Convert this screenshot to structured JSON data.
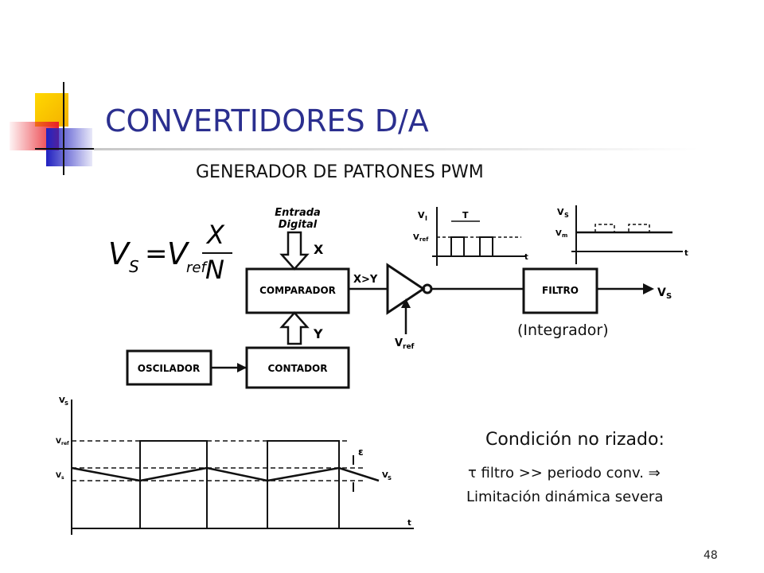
{
  "title": "CONVERTIDORES D/A",
  "subtitle": "GENERADOR DE PATRONES PWM",
  "formula": {
    "lhs": "V",
    "lhs_sub": "S",
    "eq": "=",
    "v": "V",
    "v_sub": "ref",
    "num": "X",
    "den": "N"
  },
  "blocks": {
    "comparador": "COMPARADOR",
    "contador": "CONTADOR",
    "oscilador": "OSCILADOR",
    "filtro": "FILTRO"
  },
  "signals": {
    "entrada_line1": "Entrada",
    "entrada_line2": "Digital",
    "x": "X",
    "y": "Y",
    "x_gt_y": "X>Y",
    "vref_main": "V",
    "vref_sub": "ref",
    "vs_out": "V",
    "vs_out_sub": "S"
  },
  "wave1": {
    "v_label": "V",
    "v_sub": "I",
    "period": "T",
    "vref": "V",
    "vref_sub": "ref",
    "t": "t"
  },
  "wave2": {
    "v_label": "V",
    "v_sub": "S",
    "vm": "V",
    "vm_sub": "m",
    "t": "t"
  },
  "bottom_plot": {
    "v_label": "V",
    "v_sub": "S",
    "vref": "V",
    "vref_sub": "ref",
    "vavg": "V",
    "vavg_sub": "s",
    "eps": "ε",
    "vs": "V",
    "vs_sub": "S",
    "t": "t"
  },
  "integrador": "(Integrador)",
  "condition": {
    "title": "Condición no rizado:",
    "line1": "τ filtro >> periodo conv. ⇒",
    "line2": "Limitación dinámica severa"
  },
  "page_number": "48",
  "colors": {
    "title": "#2b2f8f",
    "deco_yellow": "#f7c600",
    "deco_red": "#e8202a",
    "deco_blue": "#2a2ac8"
  }
}
